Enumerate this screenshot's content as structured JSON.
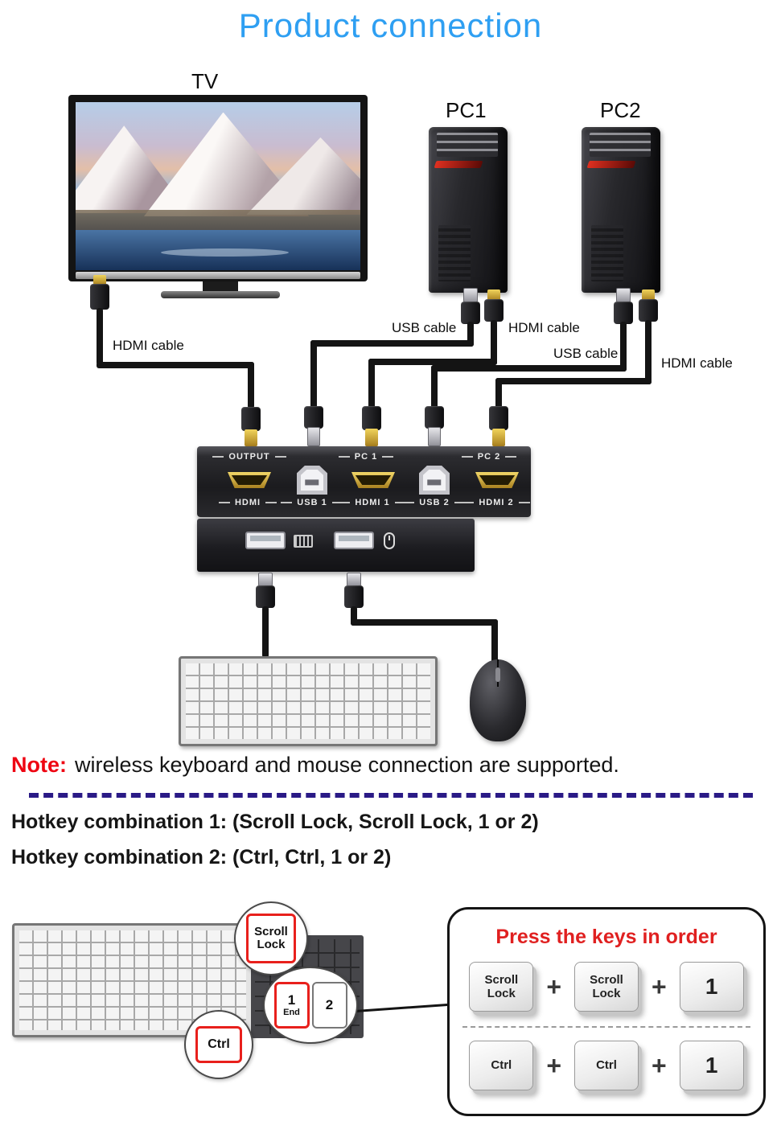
{
  "title": "Product connection",
  "colors": {
    "title_blue": "#2e9ff2",
    "note_red": "#ee0512",
    "press_title_red": "#e02020",
    "divider_purple": "#2a1a86",
    "hdmi_gold": "#c9a227",
    "highlight_key_border": "#e8201c"
  },
  "devices": {
    "tv": "TV",
    "pc1": "PC1",
    "pc2": "PC2"
  },
  "cable_labels": {
    "tv_hdmi": "HDMI cable",
    "pc1_usb": "USB cable",
    "pc1_hdmi": "HDMI cable",
    "pc2_usb": "USB cable",
    "pc2_hdmi": "HDMI cable"
  },
  "kvm": {
    "output": "OUTPUT",
    "hdmi_out": "HDMI",
    "pc1": "PC 1",
    "usb1": "USB 1",
    "hdmi1": "HDMI 1",
    "pc2": "PC 2",
    "usb2": "USB 2",
    "hdmi2": "HDMI 2"
  },
  "note": {
    "prefix": "Note:",
    "text": "wireless keyboard and mouse connection are supported."
  },
  "hotkeys": {
    "combo1": "Hotkey combination 1: (Scroll Lock, Scroll Lock, 1 or 2)",
    "combo2": "Hotkey combination 2: (Ctrl, Ctrl, 1 or 2)"
  },
  "callouts": {
    "scroll_lock": "Scroll\nLock",
    "ctrl": "Ctrl",
    "key_1": "1",
    "key_1_sub": "End",
    "key_2": "2"
  },
  "press_panel": {
    "title": "Press the keys in order",
    "plus": "+",
    "row1": [
      "Scroll\nLock",
      "Scroll\nLock",
      "1"
    ],
    "row2": [
      "Ctrl",
      "Ctrl",
      "1"
    ]
  }
}
